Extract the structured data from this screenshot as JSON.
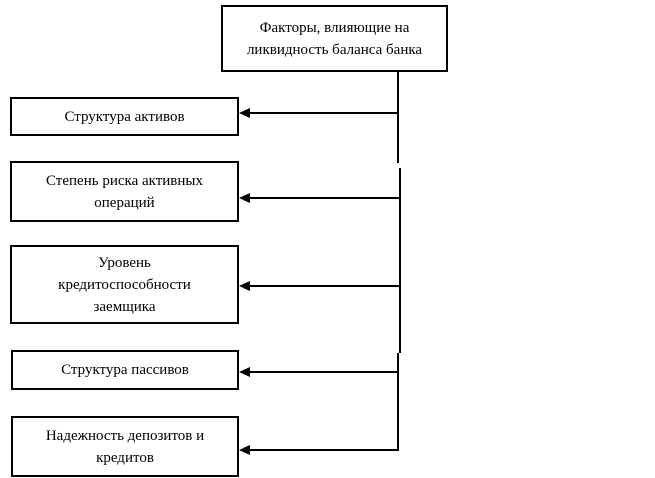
{
  "diagram": {
    "root": {
      "label": "Факторы, влияющие на\nликвидность баланса банка"
    },
    "factors": [
      {
        "label": "Структура активов"
      },
      {
        "label": "Степень риска активных\nопераций"
      },
      {
        "label": "Уровень\nкредитоспособности\nзаемщика"
      },
      {
        "label": "Структура пассивов"
      },
      {
        "label": "Надежность депозитов и\nкредитов"
      }
    ]
  }
}
